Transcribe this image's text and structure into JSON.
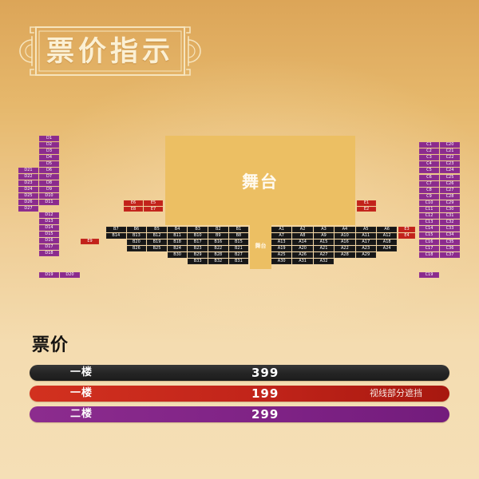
{
  "title": "票价指示",
  "seat_map": {
    "stage": {
      "label": "舞台"
    },
    "runway": {
      "label": "舞台"
    },
    "blocks": [
      {
        "section": "D",
        "floor": "二楼",
        "tier": "purple",
        "rows": [
          [
            null,
            "D1"
          ],
          [
            null,
            "D2"
          ],
          [
            null,
            "D3"
          ],
          [
            null,
            "D4"
          ],
          [
            null,
            "D5"
          ],
          [
            "D21",
            "D6"
          ],
          [
            "D22",
            "D7"
          ],
          [
            "D23",
            "D8"
          ],
          [
            "D24",
            "D9"
          ],
          [
            "D25",
            "D10"
          ],
          [
            "D26",
            "D11"
          ],
          [
            "D27",
            null
          ],
          [
            null,
            "D12"
          ],
          [
            null,
            "D13"
          ],
          [
            null,
            "D14"
          ],
          [
            null,
            "D15"
          ],
          [
            null,
            "D16"
          ],
          [
            null,
            "D17"
          ],
          [
            null,
            "D18"
          ]
        ]
      },
      {
        "section": "D",
        "floor": "二楼",
        "tier": "purple",
        "rows": [
          [
            "D19",
            "D20"
          ]
        ]
      },
      {
        "section": "C",
        "floor": "二楼",
        "tier": "purple",
        "rows": [
          [
            "C1",
            "C20"
          ],
          [
            "C2",
            "C21"
          ],
          [
            "C3",
            "C22"
          ],
          [
            "C4",
            "C23"
          ],
          [
            "C5",
            "C24"
          ],
          [
            "C6",
            "C25"
          ],
          [
            "C7",
            "C26"
          ],
          [
            "C8",
            "C27"
          ],
          [
            "C9",
            "C28"
          ],
          [
            "C10",
            "C29"
          ],
          [
            "C11",
            "C30"
          ],
          [
            "C12",
            "C31"
          ],
          [
            "C13",
            "C32"
          ],
          [
            "C14",
            "C33"
          ],
          [
            "C15",
            "C34"
          ],
          [
            "C16",
            "C35"
          ],
          [
            "C17",
            "C36"
          ],
          [
            "C18",
            "C37"
          ]
        ]
      },
      {
        "section": "C",
        "floor": "二楼",
        "tier": "purple",
        "rows": [
          [
            "C19"
          ]
        ]
      },
      {
        "section": "B",
        "floor": "一楼",
        "tier": "black",
        "rows": [
          [
            "B7",
            "B6",
            "B5",
            "B4",
            "B3",
            "B2",
            "B1"
          ],
          [
            "B14",
            "B13",
            "B12",
            "B11",
            "B10",
            "B9",
            "B8"
          ],
          [
            null,
            "B20",
            "B19",
            "B18",
            "B17",
            "B16",
            "B15"
          ],
          [
            null,
            "B26",
            "B25",
            "B24",
            "B23",
            "B22",
            "B21"
          ],
          [
            null,
            null,
            null,
            "B30",
            "B29",
            "B28",
            "B27"
          ],
          [
            null,
            null,
            null,
            null,
            "B33",
            "B32",
            "B31"
          ]
        ]
      },
      {
        "section": "A",
        "floor": "一楼",
        "tier": "black",
        "rows": [
          [
            "A1",
            "A2",
            "A3",
            "A4",
            "A5",
            "A6"
          ],
          [
            "A7",
            "A8",
            "A9",
            "A10",
            "A11",
            "A12"
          ],
          [
            "A13",
            "A14",
            "A15",
            "A16",
            "A17",
            "A18"
          ],
          [
            "A19",
            "A20",
            "A21",
            "A22",
            "A23",
            "A24"
          ],
          [
            "A25",
            "A26",
            "A27",
            "A28",
            "A29",
            null
          ],
          [
            "A30",
            "A31",
            "A32",
            null,
            null,
            null
          ]
        ]
      },
      {
        "section": "E",
        "floor": "一楼",
        "tier": "red",
        "rows": [
          [
            "E6",
            "E5"
          ],
          [
            "E8",
            "E7"
          ]
        ]
      },
      {
        "section": "E",
        "floor": "一楼",
        "tier": "red",
        "rows": [
          [
            "E1"
          ],
          [
            "E2"
          ]
        ]
      },
      {
        "section": "E",
        "floor": "一楼",
        "tier": "red",
        "rows": [
          [
            "E3"
          ],
          [
            "E4"
          ]
        ]
      },
      {
        "section": "E",
        "floor": "一楼",
        "tier": "red",
        "rows": [
          [
            "E9"
          ]
        ]
      }
    ]
  },
  "pricing": {
    "heading": "票价",
    "tiers": [
      {
        "level": "一楼",
        "price": "399",
        "note": "",
        "tier": "black"
      },
      {
        "level": "一楼",
        "price": "199",
        "note": "视线部分遮挡",
        "tier": "red"
      },
      {
        "level": "二楼",
        "price": "299",
        "note": "",
        "tier": "purple"
      }
    ]
  },
  "colors": {
    "black": "#171717",
    "red": "#c2221a",
    "purple": "#8b2b8d",
    "stage": "#ecbf63",
    "title_text": "#fbf0d4"
  }
}
